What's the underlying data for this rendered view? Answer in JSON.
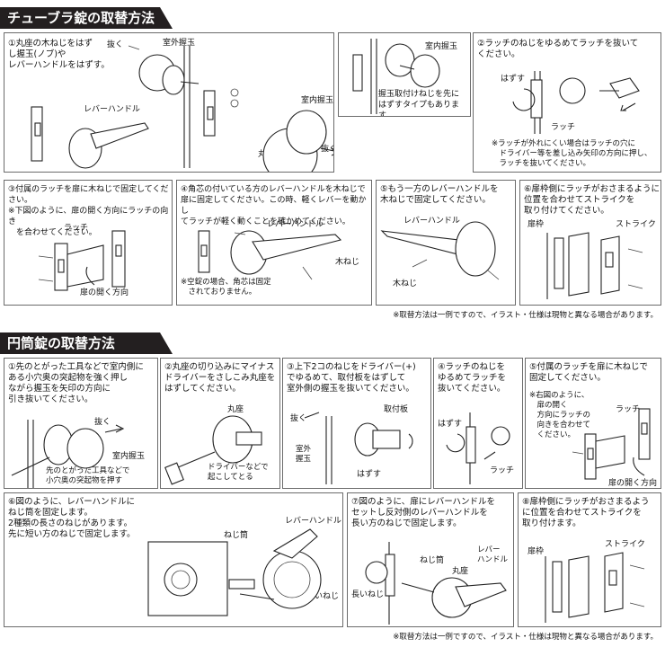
{
  "tubular": {
    "title": "チューブラ錠の取替方法",
    "s1": {
      "text": "①丸座の木ねじをはず\nし握玉(ノブ)や\nレバーハンドルをはずす。",
      "pull": "抜く",
      "indoor_knob": "室外握玉",
      "lever": "レバーハンドル",
      "indoor_knob2": "室内握玉",
      "rose": "丸座",
      "pull2": "抜く"
    },
    "s1b": {
      "knob": "室内握玉",
      "text": "握玉取付けねじを先に\nはずすタイプもあります。"
    },
    "s2": {
      "text": "②ラッチのねじをゆるめてラッチを抜いて\nください。",
      "remove": "はずす",
      "latch": "ラッチ",
      "note": "※ラッチが外れにくい場合はラッチの穴に\n　ドライバー等を差し込み矢印の方向に押し、\n　ラッチを抜いてください。"
    },
    "s3": {
      "text": "③付属のラッチを扉に木ねじで固定してください。\n※下図のように、扉の開く方向にラッチの向き\n　を合わせてください。",
      "latch": "ラッチ",
      "door_dir": "扉の開く方向"
    },
    "s4": {
      "text": "④角芯の付いている方のレバーハンドルを木ねじで\n扉に固定してください。この時、軽くレバーを動かし\nてラッチが軽く動くことを確かめてください。",
      "lever": "レバーハンドル",
      "screw": "木ねじ",
      "note": "※空錠の場合、角芯は固定\n　されておりません。"
    },
    "s5": {
      "text": "⑤もう一方のレバーハンドルを\n木ねじで固定してください。",
      "lever": "レバーハンドル",
      "screw": "木ねじ"
    },
    "s6": {
      "text": "⑥扉枠側にラッチがおさまるように\n位置を合わせてストライクを\n取り付けてください。",
      "frame": "扉枠",
      "strike": "ストライク"
    },
    "footnote": "※取替方法は一例ですので、イラスト・仕様は現物と異なる場合があります。"
  },
  "cylindrical": {
    "title": "円筒錠の取替方法",
    "s1": {
      "text": "①先のとがった工具などで室内側に\nある小穴奥の突起物を強く押し\nながら握玉を矢印の方向に\n引き抜いてください。",
      "pull": "抜く",
      "knob": "室内握玉",
      "tool": "先のとがった工具などで\n小穴奥の突起物を押す"
    },
    "s2": {
      "text": "②丸座の切り込みにマイナス\nドライバーをさしこみ丸座を\nはずしてください。",
      "rose": "丸座",
      "tip": "ドライバーなどで\n起こしてとる"
    },
    "s3": {
      "text": "③上下2コのねじをドライバー(+)\nでゆるめて、取付板をはずして\n室外側の握玉を抜いてください。",
      "pull": "抜く",
      "plate": "取付板",
      "outdoor": "室外\n握玉",
      "remove": "はずす"
    },
    "s4": {
      "text": "④ラッチのねじを\nゆるめてラッチを\n抜いてください。",
      "remove": "はずす",
      "latch": "ラッチ"
    },
    "s5": {
      "text": "⑤付属のラッチを扉に木ねじで\n固定してください。",
      "note": "※右図のように、\n　扉の開く\n　方向にラッチの\n　向きを合わせて\n　ください。",
      "latch": "ラッチ",
      "door_dir": "扉の開く方向"
    },
    "s6": {
      "text": "⑥図のように、レバーハンドルに\nねじ筒を固定します。\n2種類の長さのねじがあります。\n先に短い方のねじで固定します。",
      "tube": "ねじ筒",
      "lever": "レバーハンドル",
      "short": "短いねじ"
    },
    "s7": {
      "text": "⑦図のように、扉にレバーハンドルを\nセットし反対側のレバーハンドルを\n長い方のねじで固定します。",
      "tube": "ねじ筒",
      "rose": "丸座",
      "lever": "レバー\nハンドル",
      "long": "長いねじ"
    },
    "s8": {
      "text": "⑧扉枠側にラッチがおさまるよう\nに位置を合わせてストライクを\n取り付けます。",
      "frame": "扉枠",
      "strike": "ストライク"
    },
    "footnote": "※取替方法は一例ですので、イラスト・仕様は現物と異なる場合があります。"
  }
}
